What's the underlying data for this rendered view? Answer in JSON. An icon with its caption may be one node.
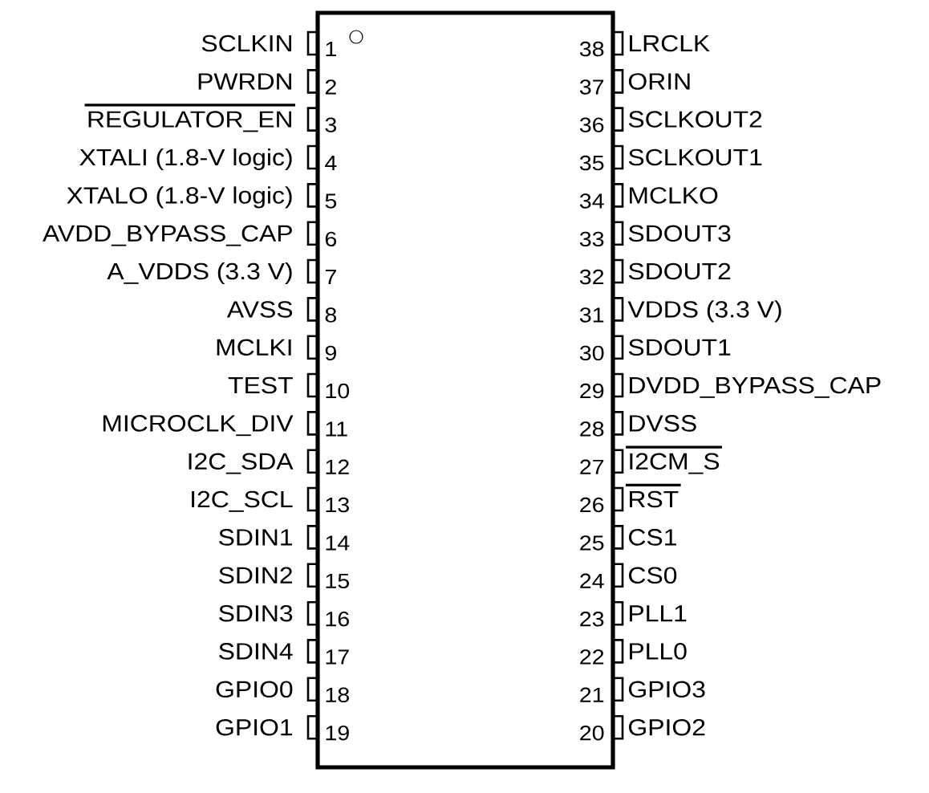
{
  "diagram": {
    "labels": [
      "SCLKIN",
      "1",
      "38",
      "LRCLK",
      "PWRDN",
      "2",
      "37",
      "ORIN",
      "REGULATOR_EN",
      "3",
      "36",
      "SCLKOUT2",
      "XTALI (1.8-V logic)",
      "4",
      "35",
      "SCLKOUT1",
      "XTALO (1.8-V logic)",
      "5",
      "34",
      "MCLKO",
      "AVDD_BYPASS_CAP",
      "6",
      "33",
      "SDOUT3",
      "A_VDDS (3.3 V)",
      "7",
      "32",
      "SDOUT2",
      "AVSS",
      "8",
      "31",
      "VDDS (3.3 V)",
      "MCLKI",
      "9",
      "30",
      "SDOUT1",
      "TEST",
      "10",
      "29",
      "DVDD_BYPASS_CAP",
      "MICROCLK_DIV",
      "11",
      "28",
      "DVSS",
      "I2C_SDA",
      "12",
      "27",
      "I2CM_S",
      "I2C_SCL",
      "13",
      "26",
      "RST",
      "SDIN1",
      "14",
      "25",
      "CS1",
      "SDIN2",
      "15",
      "24",
      "CS0",
      "SDIN3",
      "16",
      "23",
      "PLL1",
      "SDIN4",
      "17",
      "22",
      "PLL0",
      "GPIO0",
      "18",
      "21",
      "GPIO3",
      "GPIO1",
      "19",
      "20",
      "GPIO2"
    ]
  }
}
